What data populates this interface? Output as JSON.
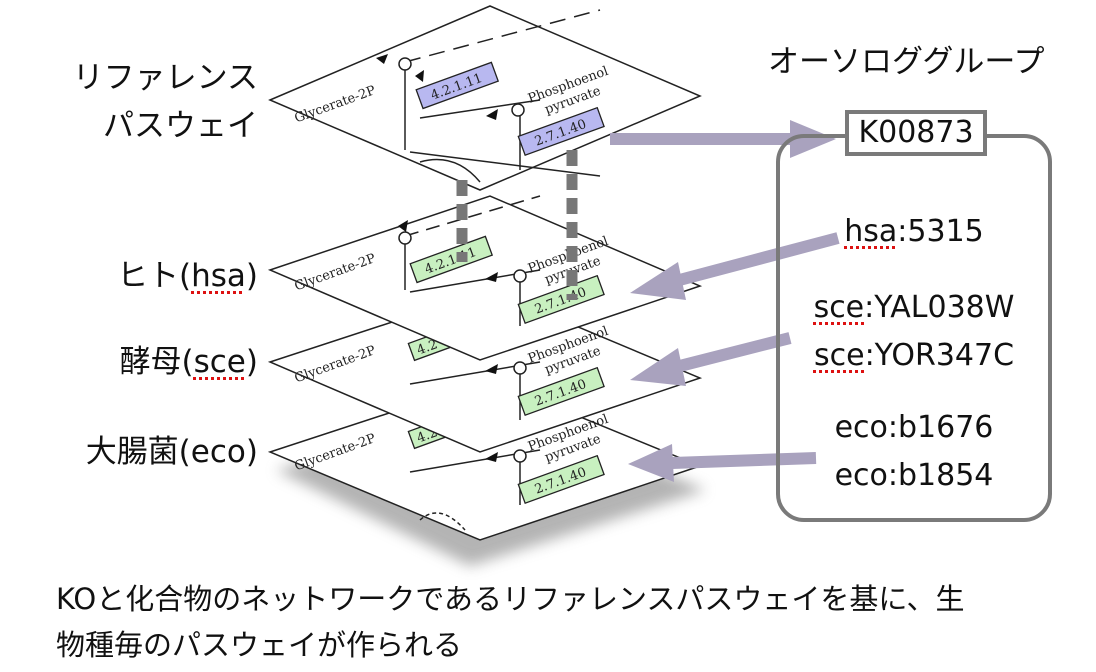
{
  "reference_title_line1": "リファレンス",
  "reference_title_line2": "パスウェイ",
  "orthology_title": "オーソロググループ",
  "ko_id": "K00873",
  "organisms": [
    {
      "name": "ヒト(",
      "code": "hsa",
      "close": ")"
    },
    {
      "name": "酵母(",
      "code": "sce",
      "close": ")"
    },
    {
      "name": "大腸菌(",
      "code": "eco",
      "close": ")"
    }
  ],
  "genes": {
    "hsa": [
      {
        "prefix": "hsa",
        "id": ":5315"
      }
    ],
    "sce": [
      {
        "prefix": "sce",
        "id": ":YAL038W"
      },
      {
        "prefix": "sce",
        "id": ":YOR347C"
      }
    ],
    "eco": [
      "eco:b1676",
      "eco:b1854"
    ]
  },
  "pathway_map": {
    "compound_left": "Glycerate-2P",
    "compound_right": "Phosphoenol",
    "compound_right_line2": "pyruvate",
    "enzyme_1": "4.2.1.11",
    "enzyme_2": "2.7.1.40",
    "enzyme_1_short": "4.2"
  },
  "colors": {
    "reference_enzyme": "#b8b8f0",
    "organism_enzyme": "#c8f0c0",
    "arrow": "#a9a2be",
    "box_border": "#7a7a7a"
  },
  "caption_line1": "KOと化合物のネットワークであるリファレンスパスウェイを基に、生",
  "caption_line2": "物種毎のパスウェイが作られる"
}
